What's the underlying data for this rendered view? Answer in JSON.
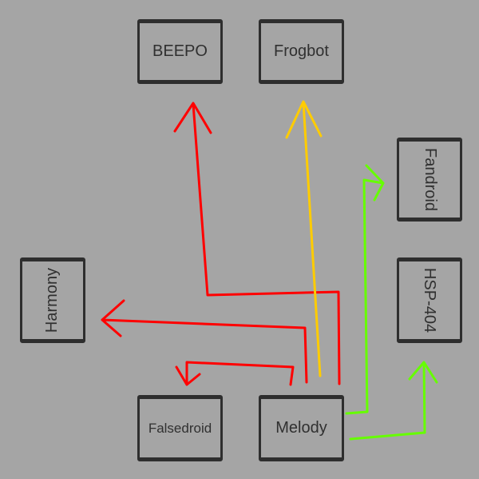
{
  "nodes": {
    "beepo": "BEEPO",
    "frogbot": "Frogbot",
    "fandroid": "Fandroid",
    "harmony": "Harmony",
    "hsp404": "HSP-404",
    "falsedroid": "Falsedroid",
    "melody": "Melody"
  },
  "edges": [
    {
      "from": "Melody",
      "to": "BEEPO",
      "color": "#ff0000"
    },
    {
      "from": "Melody",
      "to": "Frogbot",
      "color": "#ffcc00"
    },
    {
      "from": "Melody",
      "to": "Harmony",
      "color": "#ff0000"
    },
    {
      "from": "Melody",
      "to": "Falsedroid",
      "color": "#ff0000"
    },
    {
      "from": "Melody",
      "to": "Fandroid",
      "color": "#66ff00"
    },
    {
      "from": "Melody",
      "to": "HSP-404",
      "color": "#66ff00"
    }
  ]
}
